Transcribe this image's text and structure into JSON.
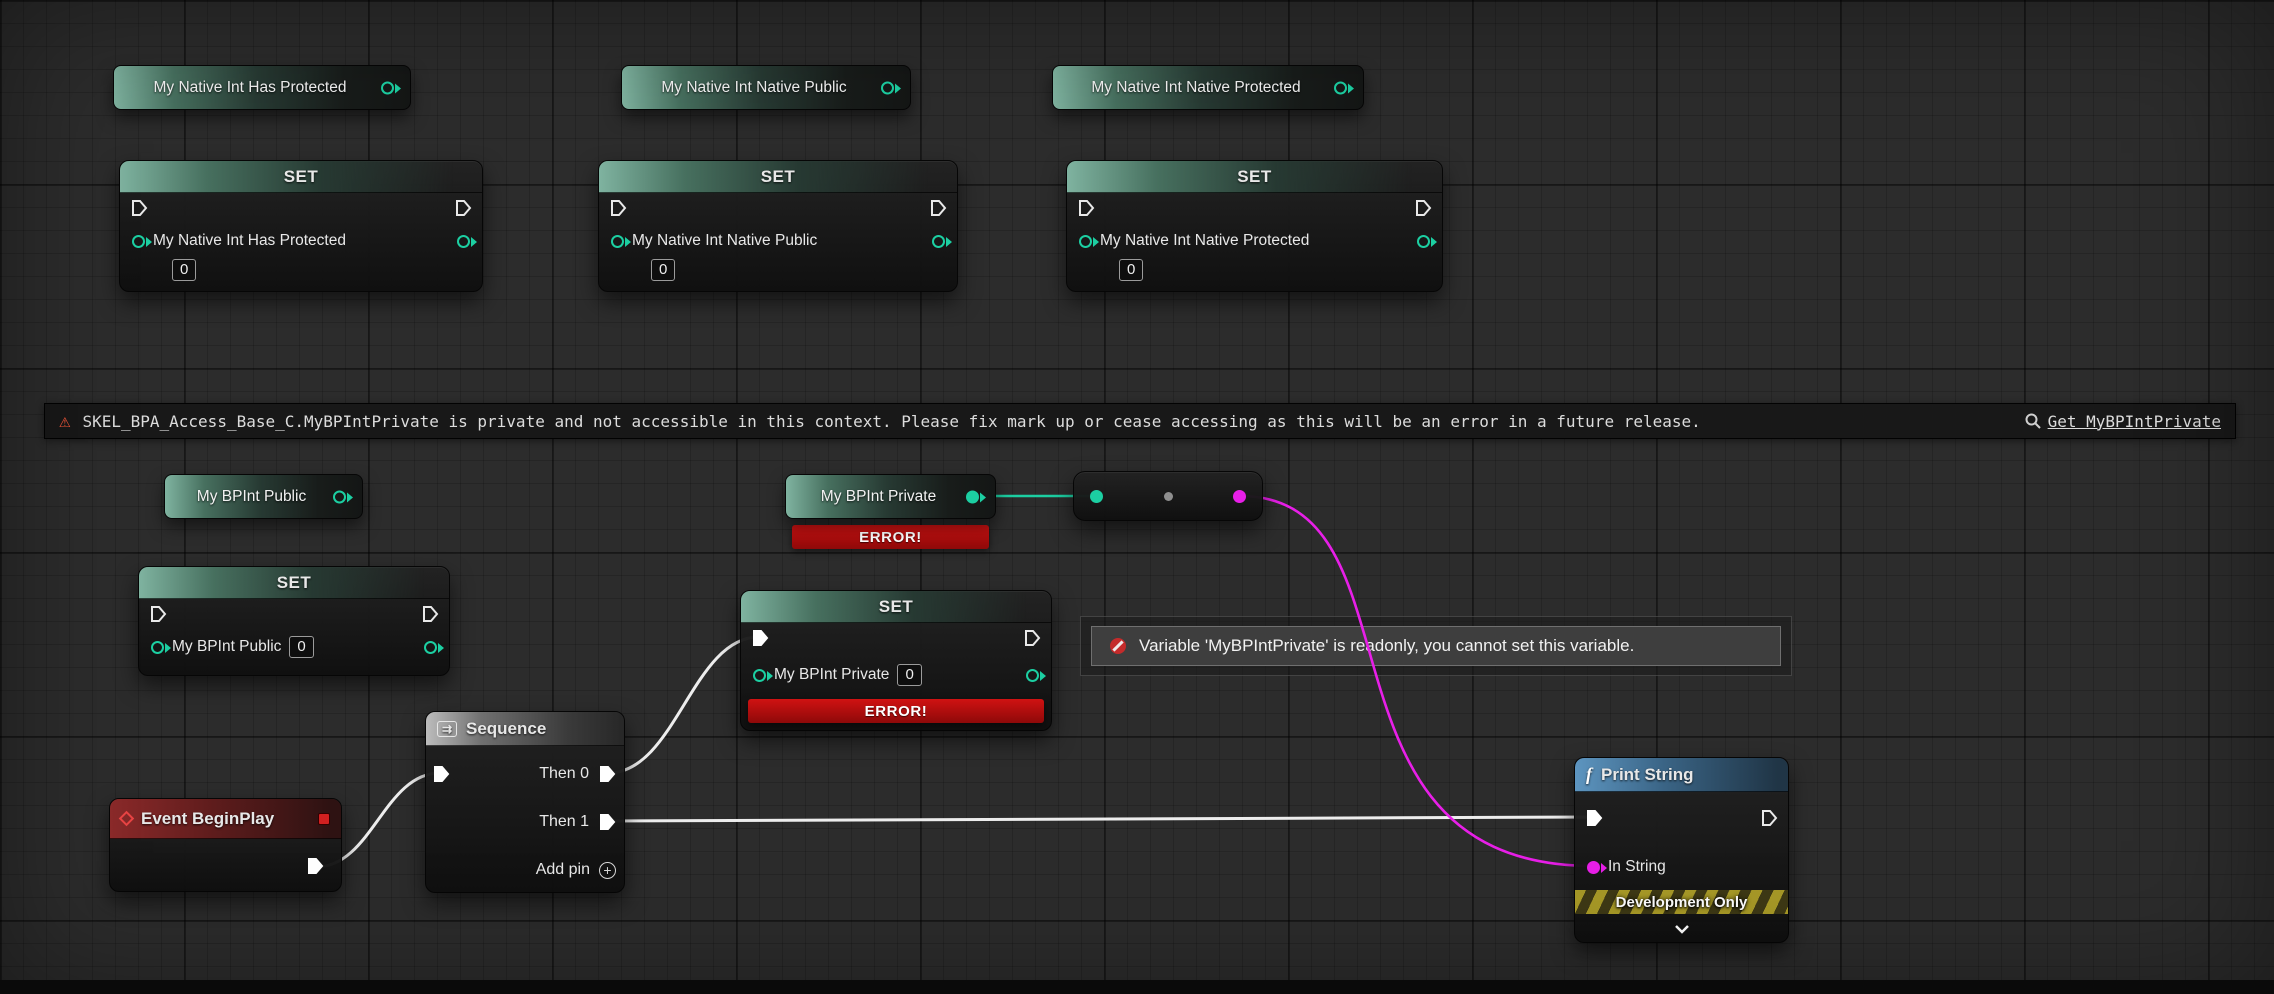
{
  "colors": {
    "int_pin": "#1ccfa2",
    "string_pin": "#e81fe8",
    "exec_pin": "#eeeeee",
    "error_banner": "#b01010",
    "getter_accent": "#7fb3a0",
    "event_accent": "#8c2a2a",
    "function_accent": "#5d95c0"
  },
  "getters": {
    "native_has_protected": {
      "label": "My Native Int Has Protected"
    },
    "native_public": {
      "label": "My Native Int Native Public"
    },
    "native_protected": {
      "label": "My Native Int Native Protected"
    },
    "bpint_public": {
      "label": "My BPInt Public"
    },
    "bpint_private": {
      "label": "My BPInt Private",
      "error": "ERROR!"
    }
  },
  "setters": {
    "title": "SET",
    "native_has_protected": {
      "var": "My Native Int Has Protected",
      "value": "0"
    },
    "native_public": {
      "var": "My Native Int Native Public",
      "value": "0"
    },
    "native_protected": {
      "var": "My Native Int Native Protected",
      "value": "0"
    },
    "bpint_public": {
      "var": "My BPInt Public",
      "value": "0"
    },
    "bpint_private": {
      "var": "My BPInt Private",
      "value": "0",
      "error": "ERROR!"
    }
  },
  "warning_bar": {
    "message": "SKEL_BPA_Access_Base_C.MyBPIntPrivate is private and not accessible in this context. Please fix mark up or cease accessing as this will be an error in a future release.",
    "link": "Get MyBPIntPrivate"
  },
  "readonly_tooltip": {
    "text": "Variable 'MyBPIntPrivate' is readonly, you cannot set this variable."
  },
  "event_node": {
    "title": "Event BeginPlay"
  },
  "sequence_node": {
    "title": "Sequence",
    "pins": [
      "Then 0",
      "Then 1"
    ],
    "add_pin_label": "Add pin"
  },
  "print_node": {
    "title": "Print String",
    "in_pin_label": "In String",
    "banner": "Development Only"
  }
}
